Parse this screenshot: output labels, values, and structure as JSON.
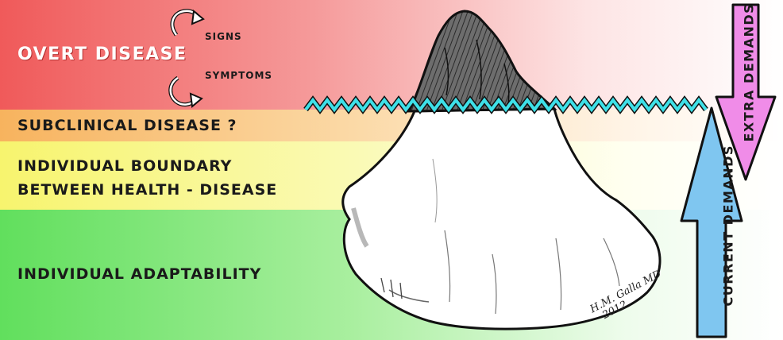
{
  "labels": {
    "overt_disease": "OVERT DISEASE",
    "signs": "SIGNS",
    "symptoms": "SYMPTOMS",
    "subclinical": "SUBCLINICAL DISEASE ?",
    "boundary_line1": "INDIVIDUAL BOUNDARY",
    "boundary_line2": "BETWEEN HEALTH - DISEASE",
    "adaptability": "INDIVIDUAL ADAPTABILITY",
    "extra_demands": "EXTRA DEMANDS",
    "current_demands": "CURRENT DEMANDS"
  },
  "signature": {
    "line1": "H.M. Galla MD",
    "line2": "2012"
  },
  "colors": {
    "overt_band": "#f05a5a",
    "subclinical_band": "#f7b35e",
    "boundary_band": "#f7f46e",
    "adaptability_band": "#61df5d",
    "waterline": "#3ee0e8",
    "extra_arrow": "#f08ce8",
    "current_arrow": "#7fc6f0"
  },
  "icons": [
    "curved-arrow-icon",
    "curved-arrow-icon"
  ]
}
